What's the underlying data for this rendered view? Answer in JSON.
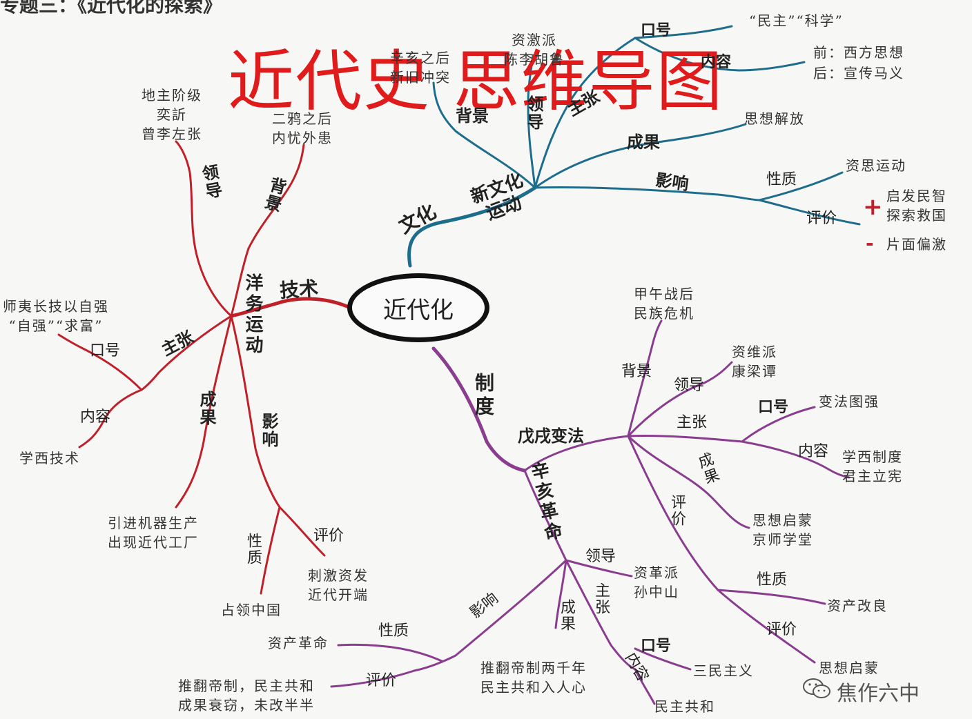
{
  "header": {
    "text": "专题三：《近代化的探索》"
  },
  "title": "近代史 思维导图",
  "center": "近代化",
  "branches": {
    "culture": {
      "label": "文化",
      "node": "新文化\n运动",
      "background": {
        "label": "背景",
        "text": "辛亥之后\n新旧冲突"
      },
      "leader": {
        "label": "领导",
        "text": "资激派\n陈李胡鲁"
      },
      "claim": {
        "label": "主张",
        "slogan": {
          "label": "口号",
          "text": "“民主”“科学”"
        },
        "content": {
          "label": "内容",
          "text_1": "前：西方思想",
          "text_2": "后：宣传马义"
        }
      },
      "result": {
        "label": "成果",
        "text": "思想解放"
      },
      "impact": {
        "label": "影响",
        "nature": {
          "label": "性质",
          "text": "资思运动"
        },
        "eval": {
          "label": "评价",
          "plus": "+",
          "plus_text": "启发民智\n探索救国",
          "minus": "-",
          "minus_text": "片面偏激"
        }
      }
    },
    "tech": {
      "label": "技术",
      "node": "洋务运动",
      "leader": {
        "label": "领导",
        "text": "地主阶级\n奕訢\n曾李左张"
      },
      "background": {
        "label": "背景",
        "text": "二鸦之后\n内忧外患"
      },
      "claim": {
        "label": "主张",
        "slogan": {
          "label": "口号",
          "text": "师夷长技以自强\n“自强”“求富”"
        },
        "content": {
          "label": "内容",
          "text": "学西技术"
        }
      },
      "result": {
        "label": "成果",
        "text": "引进机器生产\n出现近代工厂"
      },
      "impact": {
        "label": "影响",
        "nature": {
          "label": "性质",
          "text": "占领中国"
        },
        "eval": {
          "label": "评价",
          "text": "刺激资发\n近代开端"
        }
      }
    },
    "system": {
      "label": "制度",
      "reform": {
        "node": "戊戌变法",
        "background": {
          "label": "背景",
          "text": "甲午战后\n民族危机"
        },
        "leader": {
          "label": "领导",
          "text": "资维派\n康梁谭"
        },
        "claim": {
          "label": "主张",
          "slogan": {
            "label": "口号",
            "text": "变法图强"
          },
          "content": {
            "label": "内容",
            "text": "学西制度\n君主立宪"
          }
        },
        "result": {
          "label": "成果",
          "text": "思想启蒙\n京师学堂"
        },
        "eval": {
          "label": "评价",
          "nature": {
            "label": "性质",
            "text": "资产改良"
          },
          "eval2": {
            "label": "评价",
            "text": "思想启蒙"
          }
        }
      },
      "revolution": {
        "node": "辛亥革命",
        "leader": {
          "label": "领导",
          "text": "资革派\n孙中山"
        },
        "claim": {
          "label": "主张",
          "slogan": {
            "label": "口号",
            "text": "三民主义"
          },
          "content": {
            "label": "内容",
            "text": "民主共和"
          }
        },
        "result": {
          "label": "成果",
          "text": "推翻帝制两千年\n民主共和入人心"
        },
        "impact": {
          "label": "影响",
          "nature": {
            "label": "性质",
            "text": "资产革命"
          },
          "eval": {
            "label": "评价",
            "text": "推翻帝制，民主共和\n成果衰窃，未改半半"
          }
        }
      }
    }
  },
  "watermark": "焦作六中",
  "colors": {
    "culture": "#1f6d8c",
    "tech": "#c0202a",
    "system": "#8a3d8f",
    "title": "#e01b1b"
  }
}
